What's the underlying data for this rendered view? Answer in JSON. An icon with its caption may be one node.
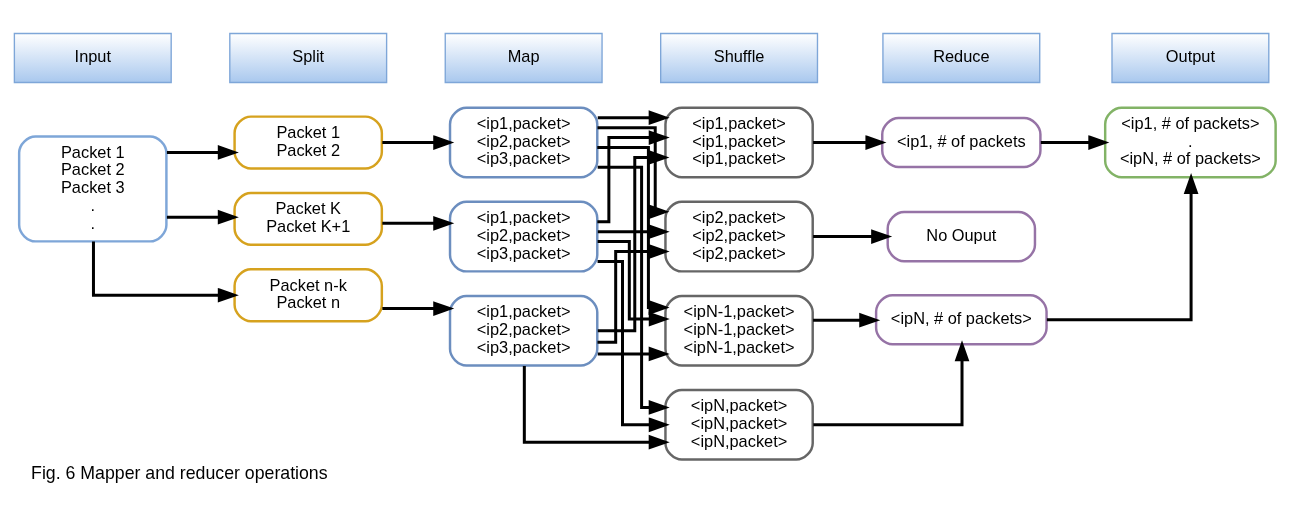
{
  "diagram": {
    "caption": "Fig. 6 Mapper and reducer operations",
    "nodes": [
      {
        "text": [
          "Input"
        ]
      },
      {
        "text": [
          "Split"
        ]
      },
      {
        "text": [
          "Map"
        ]
      },
      {
        "text": [
          "Shuffle"
        ]
      },
      {
        "text": [
          "Reduce"
        ]
      },
      {
        "text": [
          "Output"
        ]
      },
      {
        "text": [
          "Packet 1",
          "Packet 2",
          "Packet 3",
          ".",
          "."
        ]
      },
      {
        "text": [
          "Packet 1",
          "Packet 2"
        ]
      },
      {
        "text": [
          "Packet K",
          "Packet K+1"
        ]
      },
      {
        "text": [
          "Packet n-k",
          "Packet n"
        ]
      },
      {
        "text": [
          "<ip1,packet>",
          "<ip2,packet>",
          "<ip3,packet>"
        ]
      },
      {
        "text": [
          "<ip1,packet>",
          "<ip2,packet>",
          "<ip3,packet>"
        ]
      },
      {
        "text": [
          "<ip1,packet>",
          "<ip2,packet>",
          "<ip3,packet>"
        ]
      },
      {
        "text": [
          "<ip1,packet>",
          "<ip1,packet>",
          "<ip1,packet>"
        ]
      },
      {
        "text": [
          "<ip2,packet>",
          "<ip2,packet>",
          "<ip2,packet>"
        ]
      },
      {
        "text": [
          "<ipN-1,packet>",
          "<ipN-1,packet>",
          "<ipN-1,packet>"
        ]
      },
      {
        "text": [
          "<ipN,packet>",
          "<ipN,packet>",
          "<ipN,packet>"
        ]
      },
      {
        "text": [
          "<ip1, # of packets"
        ]
      },
      {
        "text": [
          "No Ouput"
        ]
      },
      {
        "text": [
          "<ipN, # of packets>"
        ]
      },
      {
        "text": [
          "<ip1, # of packets>",
          ".",
          "<ipN, # of packets>"
        ]
      }
    ],
    "edges": [
      {
        "from": 6,
        "to": 7,
        "arrow": "to"
      },
      {
        "from": 6,
        "to": 8,
        "arrow": "to"
      },
      {
        "from": 6,
        "to": 9,
        "arrow": "to"
      },
      {
        "from": 7,
        "to": 10,
        "arrow": "to"
      },
      {
        "from": 8,
        "to": 11,
        "arrow": "to"
      },
      {
        "from": 9,
        "to": 12,
        "arrow": "to"
      },
      {
        "from": 10,
        "to": 13,
        "arrow": "to"
      },
      {
        "from": 10,
        "to": 14,
        "arrow": "to"
      },
      {
        "from": 10,
        "to": 15,
        "arrow": "to"
      },
      {
        "from": 10,
        "to": 16,
        "arrow": "to"
      },
      {
        "from": 11,
        "to": 13,
        "arrow": "to"
      },
      {
        "from": 11,
        "to": 14,
        "arrow": "to"
      },
      {
        "from": 11,
        "to": 15,
        "arrow": "to"
      },
      {
        "from": 11,
        "to": 16,
        "arrow": "to"
      },
      {
        "from": 12,
        "to": 13,
        "arrow": "to"
      },
      {
        "from": 12,
        "to": 14,
        "arrow": "to"
      },
      {
        "from": 12,
        "to": 15,
        "arrow": "to"
      },
      {
        "from": 12,
        "to": 16,
        "arrow": "to"
      },
      {
        "from": 13,
        "to": 17,
        "arrow": "to"
      },
      {
        "from": 14,
        "to": 18,
        "arrow": "to"
      },
      {
        "from": 15,
        "to": 19,
        "arrow": "to"
      },
      {
        "from": 16,
        "to": 19,
        "arrow": "to"
      },
      {
        "from": 17,
        "to": 20,
        "arrow": "to"
      },
      {
        "from": 19,
        "to": 20,
        "arrow": "to"
      }
    ]
  }
}
